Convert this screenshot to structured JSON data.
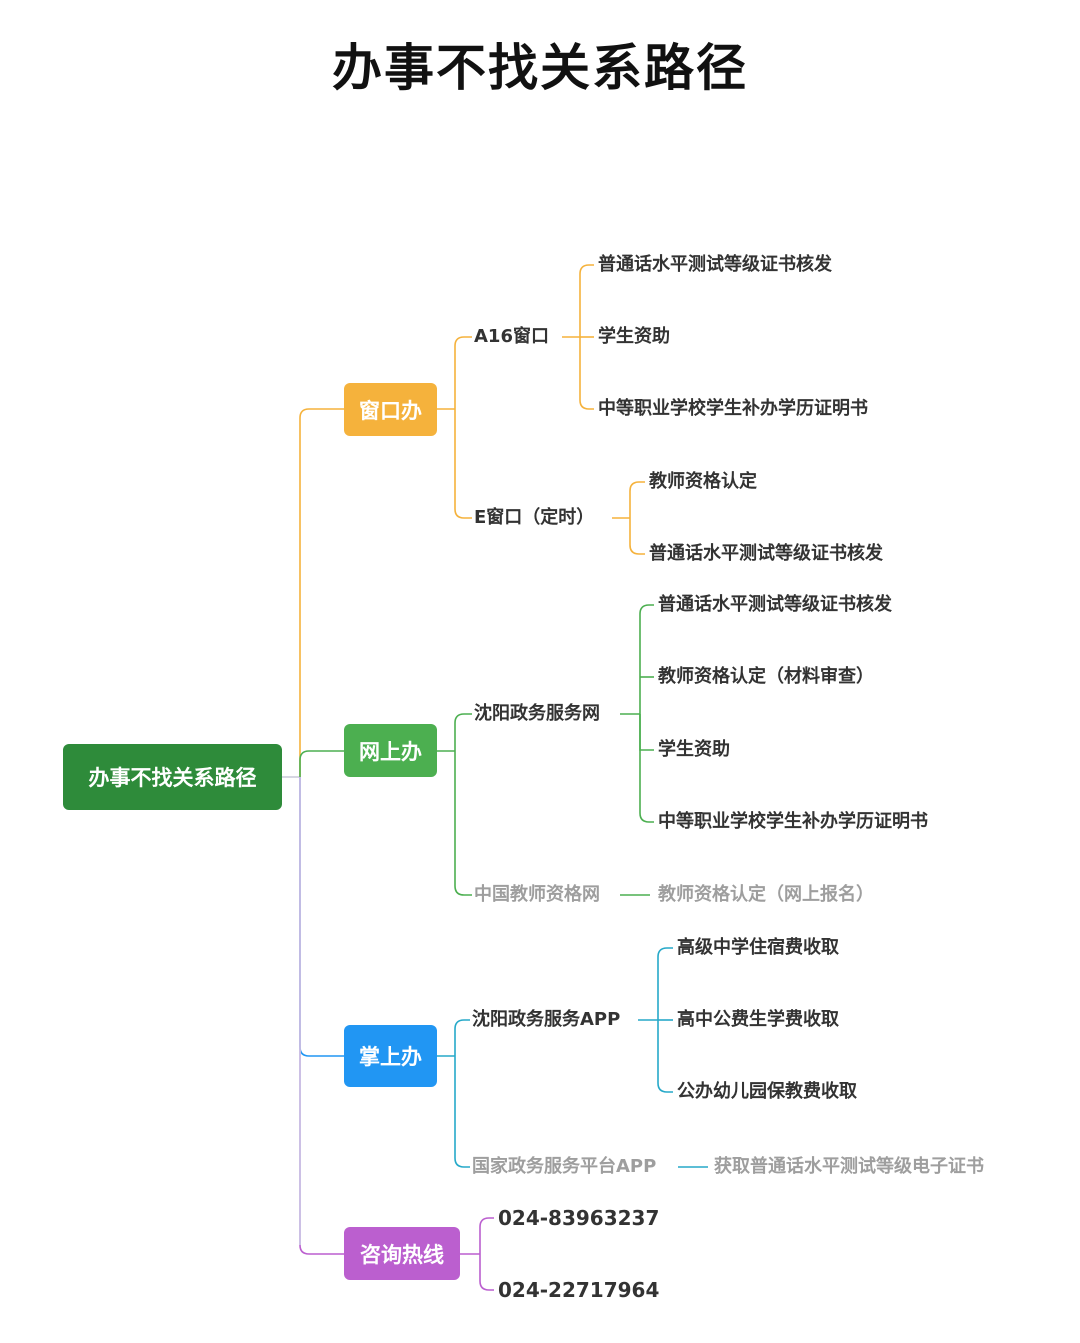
{
  "title": "办事不找关系路径",
  "colors": {
    "root": "#2e8b3a",
    "window": "#f5b23c",
    "online": "#4caf50",
    "mobile": "#2196f3",
    "hotline": "#bb5fcf",
    "grey_text": "#9e9e9e"
  },
  "root": "办事不找关系路径",
  "branches": [
    {
      "label": "窗口办",
      "children": [
        {
          "label": "A16窗口",
          "items": [
            "普通话水平测试等级证书核发",
            "学生资助",
            "中等职业学校学生补办学历证明书"
          ]
        },
        {
          "label": "E窗口（定时）",
          "items": [
            "教师资格认定",
            "普通话水平测试等级证书核发"
          ]
        }
      ]
    },
    {
      "label": "网上办",
      "children": [
        {
          "label": "沈阳政务服务网",
          "items": [
            "普通话水平测试等级证书核发",
            "教师资格认定（材料审查）",
            "学生资助",
            "中等职业学校学生补办学历证明书"
          ]
        },
        {
          "label": "中国教师资格网",
          "items": [
            "教师资格认定（网上报名）"
          ]
        }
      ]
    },
    {
      "label": "掌上办",
      "children": [
        {
          "label": "沈阳政务服务APP",
          "items": [
            "高级中学住宿费收取",
            "高中公费生学费收取",
            "公办幼儿园保教费收取"
          ]
        },
        {
          "label": "国家政务服务平台APP",
          "items": [
            "获取普通话水平测试等级电子证书"
          ]
        }
      ]
    },
    {
      "label": "咨询热线",
      "items": [
        "024-83963237",
        "024-22717964"
      ]
    }
  ]
}
